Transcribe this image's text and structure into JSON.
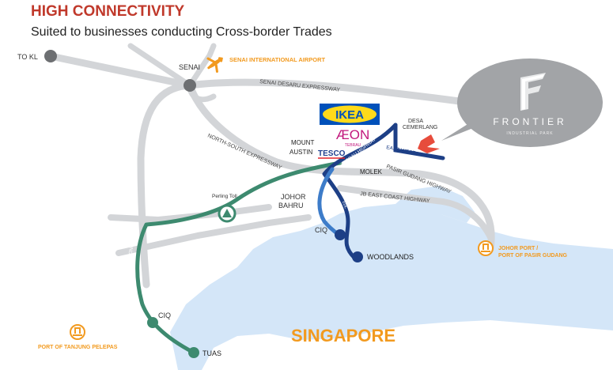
{
  "header": {
    "title": "HIGH CONNECTIVITY",
    "subtitle": "Suited to businesses conducting Cross-border Trades"
  },
  "brand": {
    "logo_text": "FRONTIER",
    "logo_subtext": "INDUSTRIAL PARK"
  },
  "places": {
    "to_kl": "TO KL",
    "senai": "SENAI",
    "senai_airport": "SENAI INTERNATIONAL AIRPORT",
    "desa_line1": "DESA",
    "desa_line2": "CEMERLANG",
    "mount": "MOUNT",
    "austin": "AUSTIN",
    "molek": "MOLEK",
    "johor_line1": "JOHOR",
    "johor_line2": "BAHRU",
    "perling_toll": "Perling Toll",
    "ciq_jb": "CIQ",
    "woodlands": "WOODLANDS",
    "ciq_tuas": "CIQ",
    "tuas": "TUAS",
    "johor_port_line1": "JOHOR PORT /",
    "johor_port_line2": "PORT OF PASIR GUDANG",
    "port_tanjung": "PORT OF TANJUNG PELEPAS",
    "singapore": "SINGAPORE"
  },
  "roads": {
    "senai_desaru": "SENAI DESARU EXPRESSWAY",
    "north_south": "NORTH-SOUTH EXPRESSWAY",
    "pasir_gudang": "PASIR GUDANG HIGHWAY",
    "jb_east_coast": "JB EAST COAST HIGHWAY",
    "tebrau": "TEBRAU HIGHWAY",
    "east_west": "EAST-WEST LINK",
    "second_link": "SECOND LINK EXPRESSWAY",
    "eastern_dispersal": "EDL"
  },
  "landmarks": {
    "ikea": "IKEA",
    "aeon": "ÆON",
    "aeon_sub": "TEBRAU",
    "tesco": "TESCO"
  },
  "colors": {
    "title": "#c0392b",
    "accent_orange": "#f29a1f",
    "road_grey": "#d3d5d8",
    "node_grey": "#6d6f72",
    "water": "#d4e6f8",
    "route_green": "#3d8a6f",
    "route_blue": "#1d3f86",
    "route_light_blue": "#3d7cc9",
    "ikea_blue": "#0051ba",
    "ikea_yellow": "#ffda1a",
    "aeon_magenta": "#c2187d",
    "tesco_blue": "#1f3f8f",
    "tesco_red": "#e3242b",
    "frontier_red": "#e74c3c",
    "bubble_grey": "#a2a4a7"
  },
  "icons": [
    "airplane-icon",
    "port-icon",
    "toll-icon",
    "frontier-logo-icon"
  ]
}
